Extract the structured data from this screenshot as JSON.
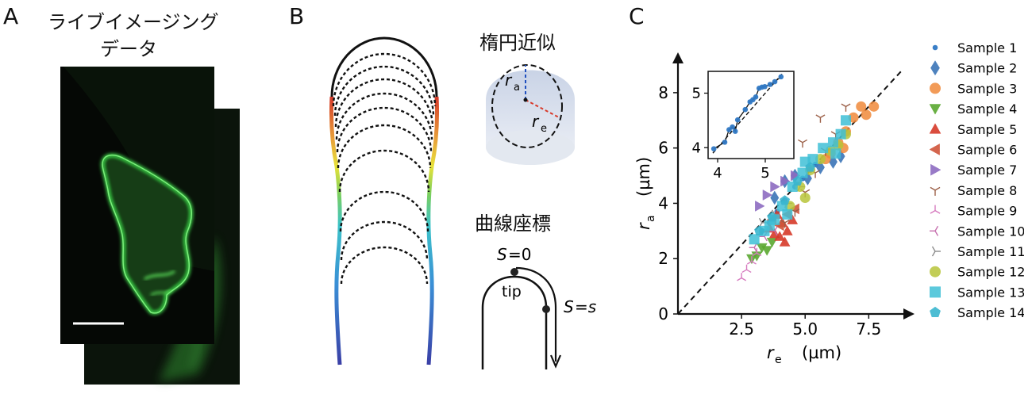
{
  "panel_a": {
    "letter": "A",
    "title_line1": "ライブイメージング",
    "title_line2": "データ"
  },
  "panel_b": {
    "letter": "B",
    "ellipse_title": "楕円近似",
    "ellipse_ra": "r",
    "ellipse_ra_sub": "a",
    "ellipse_re": "r",
    "ellipse_re_sub": "e",
    "curve_title": "曲線座標",
    "s_zero_var": "S",
    "s_zero_val": "=0",
    "tip_label": "tip",
    "s_var": "S",
    "s_val": "=s"
  },
  "panel_c": {
    "letter": "C"
  },
  "colors": {
    "microscopy_green": "#3cd64a",
    "identity_line": "#111111",
    "ra_dash": "#1f4fbf",
    "re_dash": "#d83a2a"
  },
  "chart_data": [
    {
      "type": "scatter",
      "title": "",
      "xlabel": "r_e (µm)",
      "xlabel_var": "r",
      "xlabel_sub": "e",
      "xlabel_unit": "(µm)",
      "ylabel": "r_a (µm)",
      "ylabel_var": "r",
      "ylabel_sub": "a",
      "ylabel_unit": "(µm)",
      "xlim": [
        0,
        8.8
      ],
      "ylim": [
        0,
        9.0
      ],
      "xticks": [
        "2.5",
        "5.0",
        "7.5"
      ],
      "xtick_values": [
        2.5,
        5.0,
        7.5
      ],
      "yticks": [
        "0",
        "2",
        "4",
        "6",
        "8"
      ],
      "ytick_values": [
        0,
        2,
        4,
        6,
        8
      ],
      "reference_line": "y = x",
      "legend_position": "right",
      "series": [
        {
          "name": "Sample 1",
          "marker": "circle-small",
          "color": "#2f78c4",
          "x": [
            3.3,
            3.6,
            3.9,
            4.2,
            4.6,
            4.9,
            5.2,
            5.4
          ],
          "y": [
            3.0,
            3.3,
            3.7,
            4.1,
            4.6,
            4.9,
            5.2,
            5.4
          ]
        },
        {
          "name": "Sample 2",
          "marker": "diamond",
          "color": "#3b75b8",
          "x": [
            3.8,
            4.2,
            4.6,
            5.1,
            5.6,
            6.1,
            6.4
          ],
          "y": [
            4.2,
            4.8,
            5.0,
            4.9,
            5.3,
            5.5,
            5.7
          ]
        },
        {
          "name": "Sample 3",
          "marker": "circle",
          "color": "#f0893b",
          "x": [
            5.8,
            6.3,
            6.6,
            6.9,
            7.2,
            7.4,
            7.7,
            6.0,
            6.5
          ],
          "y": [
            5.6,
            6.2,
            6.6,
            7.1,
            7.5,
            7.2,
            7.5,
            5.8,
            6.0
          ]
        },
        {
          "name": "Sample 4",
          "marker": "triangle-down",
          "color": "#5aa830",
          "x": [
            2.9,
            3.1,
            3.3,
            3.5,
            3.7
          ],
          "y": [
            2.0,
            2.1,
            2.4,
            2.3,
            2.6
          ]
        },
        {
          "name": "Sample 5",
          "marker": "triangle-up",
          "color": "#d63a2a",
          "x": [
            3.6,
            3.8,
            4.0,
            4.1,
            4.3,
            4.5,
            4.2,
            3.9
          ],
          "y": [
            3.1,
            2.9,
            2.8,
            3.3,
            3.0,
            3.4,
            2.6,
            3.6
          ]
        },
        {
          "name": "Sample 6",
          "marker": "triangle-left",
          "color": "#d0553a",
          "x": [
            3.7,
            4.0,
            4.3,
            4.6
          ],
          "y": [
            3.4,
            3.2,
            3.6,
            3.8
          ]
        },
        {
          "name": "Sample 7",
          "marker": "triangle-right",
          "color": "#8d6cc1",
          "x": [
            3.2,
            3.5,
            3.8,
            4.2,
            4.6
          ],
          "y": [
            3.9,
            4.3,
            4.6,
            4.8,
            5.0
          ]
        },
        {
          "name": "Sample 8",
          "marker": "tri-down",
          "color": "#9c6048",
          "x": [
            4.2,
            4.6,
            5.0,
            5.4,
            5.8,
            6.2,
            6.6,
            5.6,
            4.9
          ],
          "y": [
            3.3,
            3.7,
            4.4,
            5.1,
            5.9,
            6.5,
            7.5,
            7.1,
            6.2
          ]
        },
        {
          "name": "Sample 9",
          "marker": "tri-up",
          "color": "#d67bbf",
          "x": [
            2.5,
            2.7,
            2.9,
            3.1
          ],
          "y": [
            1.3,
            1.6,
            1.9,
            2.2
          ]
        },
        {
          "name": "Sample 10",
          "marker": "tri-left",
          "color": "#c66fae",
          "x": [
            3.0,
            3.4,
            3.8
          ],
          "y": [
            2.4,
            2.8,
            3.0
          ]
        },
        {
          "name": "Sample 11",
          "marker": "tri-right",
          "color": "#8c8c8c",
          "x": [
            3.3,
            3.8,
            4.3,
            4.8
          ],
          "y": [
            3.3,
            3.6,
            4.0,
            4.6
          ]
        },
        {
          "name": "Sample 12",
          "marker": "circle",
          "color": "#b7c43a",
          "x": [
            4.4,
            4.8,
            5.2,
            5.6,
            6.0,
            6.3,
            6.6,
            5.0
          ],
          "y": [
            3.9,
            4.6,
            5.2,
            5.6,
            5.9,
            6.1,
            6.5,
            4.2
          ]
        },
        {
          "name": "Sample 13",
          "marker": "square",
          "color": "#3fbfd6",
          "x": [
            3.0,
            3.4,
            3.8,
            4.1,
            4.5,
            4.9,
            5.3,
            5.7,
            6.1,
            6.4,
            6.6,
            4.3,
            5.0,
            6.2,
            3.6
          ],
          "y": [
            2.7,
            3.0,
            3.4,
            3.9,
            4.6,
            5.1,
            5.6,
            6.0,
            6.2,
            6.5,
            7.0,
            3.6,
            5.5,
            5.8,
            3.2
          ]
        },
        {
          "name": "Sample 14",
          "marker": "pentagon",
          "color": "#3ab6cf",
          "x": [
            3.2,
            3.7,
            4.2,
            4.7,
            5.2
          ],
          "y": [
            3.0,
            3.5,
            4.1,
            4.8,
            5.3
          ]
        }
      ]
    },
    {
      "type": "scatter",
      "title": "",
      "xlim": [
        3.8,
        5.6
      ],
      "ylim": [
        3.8,
        5.4
      ],
      "xticks": [
        "4",
        "5"
      ],
      "xtick_values": [
        4,
        5
      ],
      "yticks": [
        "4",
        "5"
      ],
      "ytick_values": [
        4,
        5
      ],
      "series": [
        {
          "name": "",
          "marker": "circle-small",
          "color": "#2f78c4",
          "x": [
            3.92,
            4.15,
            4.24,
            4.31,
            4.37,
            4.42,
            4.58,
            4.68,
            4.74,
            4.8,
            4.87,
            4.93,
            4.99,
            5.1,
            5.2,
            5.33
          ],
          "y": [
            3.98,
            4.1,
            4.33,
            4.38,
            4.3,
            4.51,
            4.7,
            4.84,
            4.88,
            4.93,
            5.09,
            5.11,
            5.12,
            5.16,
            5.21,
            5.3
          ]
        }
      ]
    }
  ]
}
